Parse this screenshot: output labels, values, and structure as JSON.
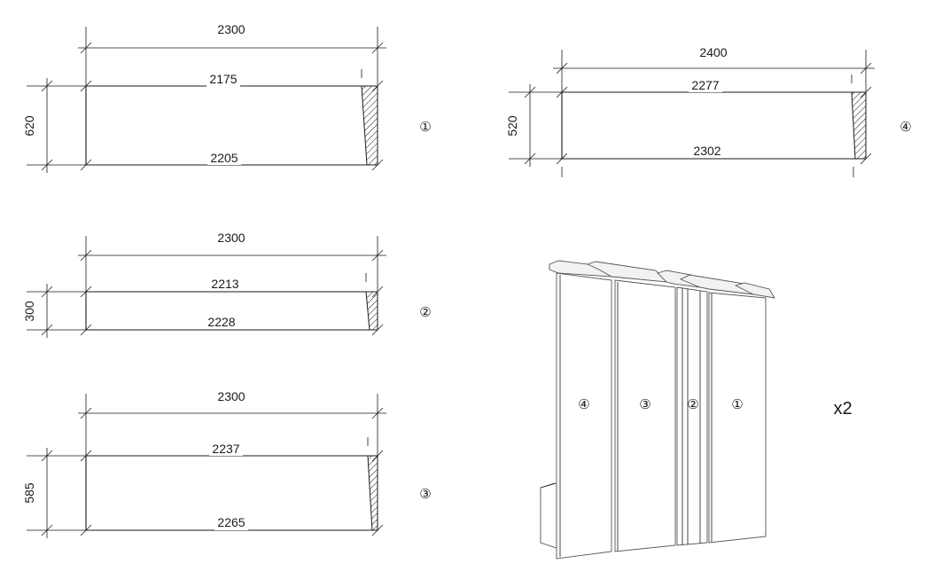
{
  "pieces": [
    {
      "marker": "①",
      "overall_width": "2300",
      "top_length": "2175",
      "bottom_length": "2205",
      "height": "620"
    },
    {
      "marker": "②",
      "overall_width": "2300",
      "top_length": "2213",
      "bottom_length": "2228",
      "height": "300"
    },
    {
      "marker": "③",
      "overall_width": "2300",
      "top_length": "2237",
      "bottom_length": "2265",
      "height": "585"
    },
    {
      "marker": "④",
      "overall_width": "2400",
      "top_length": "2277",
      "bottom_length": "2302",
      "height": "520"
    }
  ],
  "assembly": {
    "panel_markers": [
      "④",
      "③",
      "②",
      "①"
    ],
    "quantity": "x2"
  },
  "colors": {
    "line": "#1a1a1a",
    "panel_edge": "#555555",
    "background": "#ffffff"
  }
}
